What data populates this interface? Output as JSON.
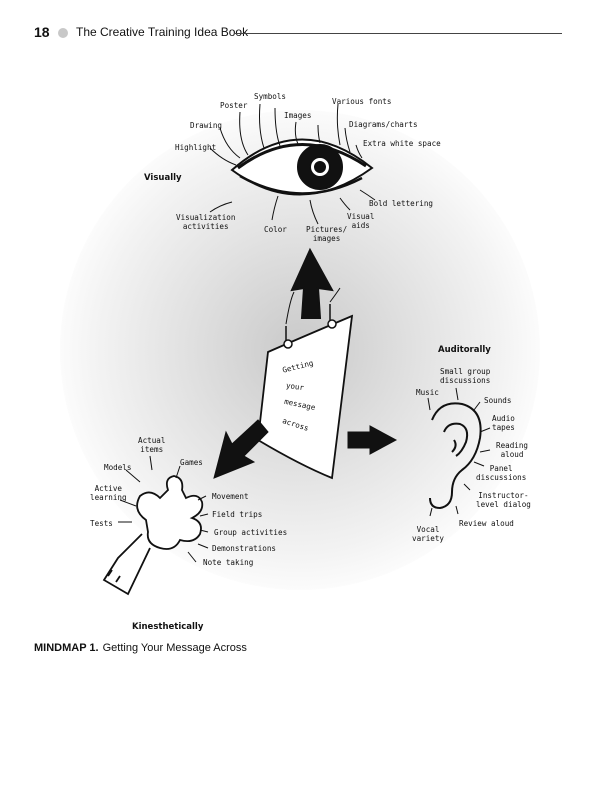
{
  "header": {
    "page_number": "18",
    "book_title": "The Creative Training Idea Book"
  },
  "center": {
    "lines": [
      "Getting",
      "your",
      "message",
      "across"
    ]
  },
  "visual": {
    "title": "Visually",
    "labels": {
      "poster": "Poster",
      "symbols": "Symbols",
      "various_fonts": "Various fonts",
      "images": "Images",
      "drawing": "Drawing",
      "diagrams": "Diagrams/charts",
      "highlight": "Highlight",
      "white_space": "Extra white space",
      "bold_lettering": "Bold lettering",
      "visualization": "Visualization\nactivities",
      "color": "Color",
      "pictures": "Pictures/\nimages",
      "visual_aids": "Visual\naids"
    }
  },
  "auditory": {
    "title": "Auditorally",
    "labels": {
      "small_group": "Small group\ndiscussions",
      "music": "Music",
      "sounds": "Sounds",
      "audio_tapes": "Audio\ntapes",
      "reading": "Reading\naloud",
      "panel": "Panel\ndiscussions",
      "instructor": "Instructor-\nlevel dialog",
      "review": "Review aloud",
      "vocal": "Vocal\nvariety"
    }
  },
  "kinesthetic": {
    "title": "Kinesthetically",
    "labels": {
      "actual_items": "Actual\nitems",
      "models": "Models",
      "games": "Games",
      "active_learning": "Active\nlearning",
      "movement": "Movement",
      "tests": "Tests",
      "field_trips": "Field trips",
      "group_activities": "Group activities",
      "demonstrations": "Demonstrations",
      "note_taking": "Note taking"
    }
  },
  "caption": {
    "label": "MINDMAP 1.",
    "text": "Getting Your Message Across"
  }
}
